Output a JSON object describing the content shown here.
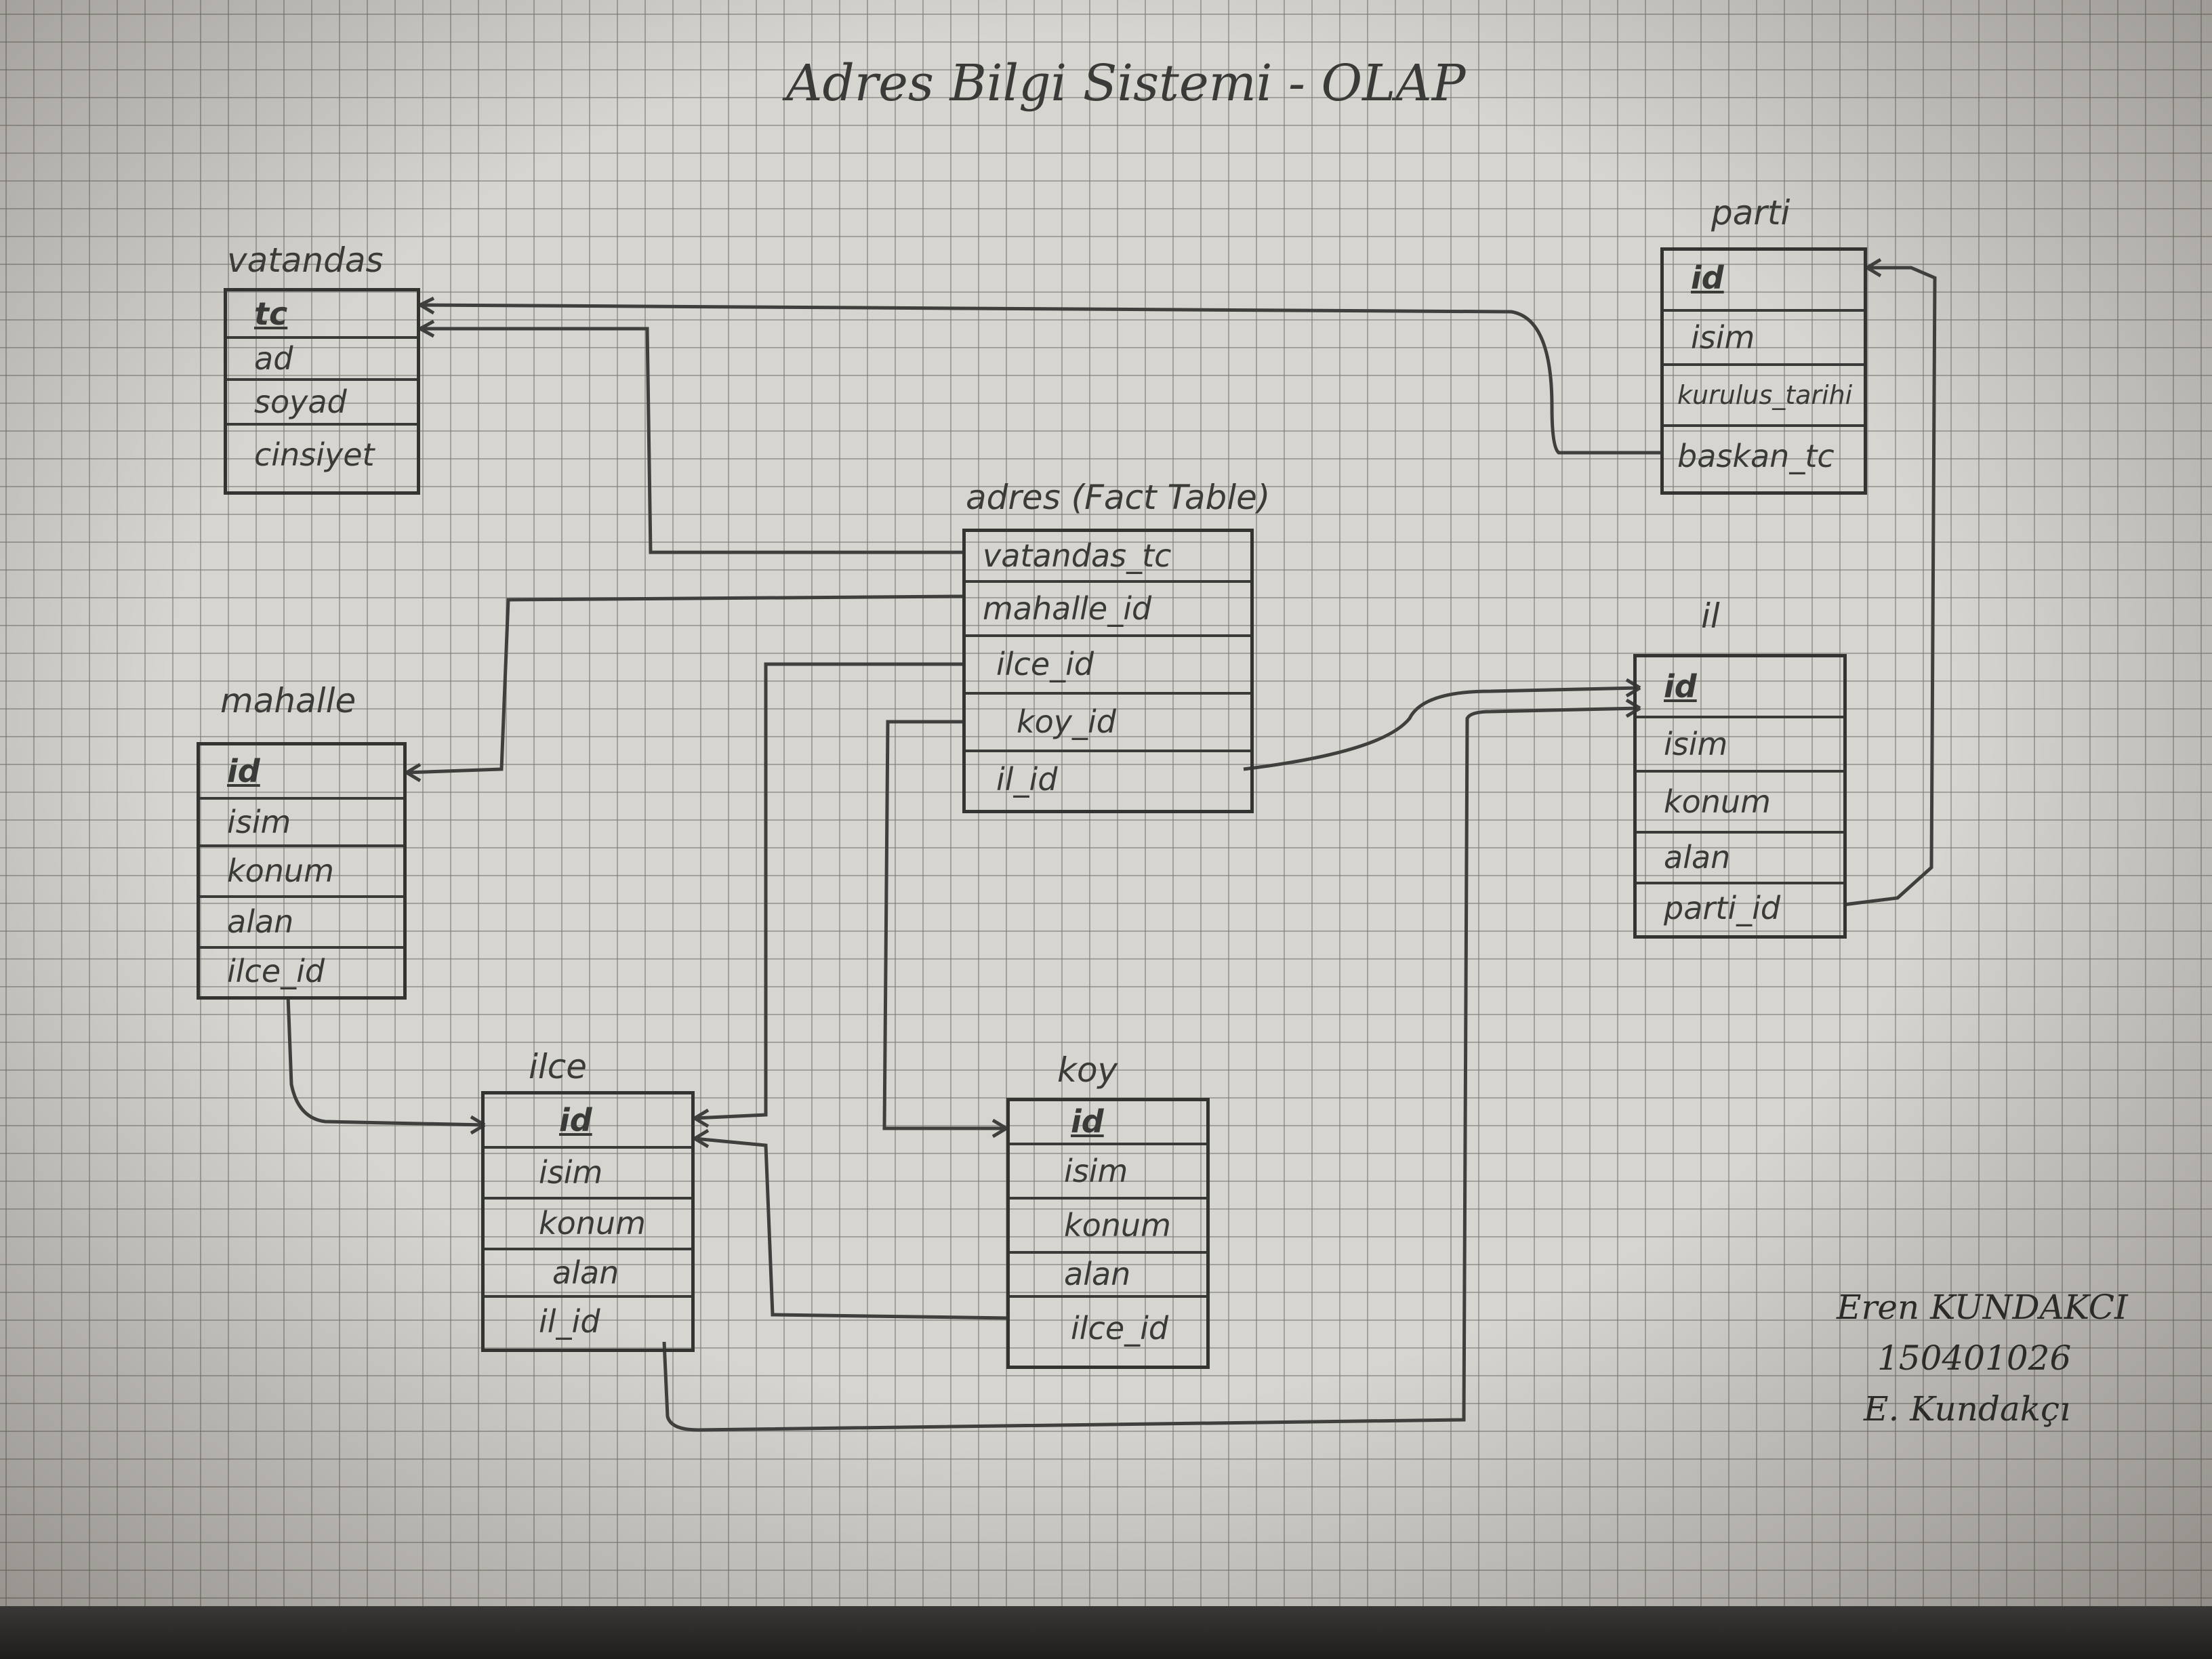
{
  "title": "Adres Bilgi Sistemi - OLAP",
  "tables": {
    "vatandas": {
      "name": "vatandas",
      "fields": [
        "tc",
        "ad",
        "soyad",
        "cinsiyet"
      ]
    },
    "parti": {
      "name": "parti",
      "fields": [
        "id",
        "isim",
        "kurulus_tarihi",
        "baskan_tc"
      ]
    },
    "adres": {
      "name": "adres (Fact Table)",
      "fields": [
        "vatandas_tc",
        "mahalle_id",
        "ilce_id",
        "koy_id",
        "il_id"
      ]
    },
    "il": {
      "name": "il",
      "fields": [
        "id",
        "isim",
        "konum",
        "alan",
        "parti_id"
      ]
    },
    "mahalle": {
      "name": "mahalle",
      "fields": [
        "id",
        "isim",
        "konum",
        "alan",
        "ilce_id"
      ]
    },
    "ilce": {
      "name": "ilce",
      "fields": [
        "id",
        "isim",
        "konum",
        "alan",
        "il_id"
      ]
    },
    "koy": {
      "name": "koy",
      "fields": [
        "id",
        "isim",
        "konum",
        "alan",
        "ilce_id"
      ]
    }
  },
  "signature": {
    "name": "Eren KUNDAKCI",
    "number": "150401026",
    "signed": "E. Kundakçı"
  },
  "colors": {
    "paper": "#d7d5d0",
    "ink": "#3a3a38",
    "grid": "#78766f"
  }
}
